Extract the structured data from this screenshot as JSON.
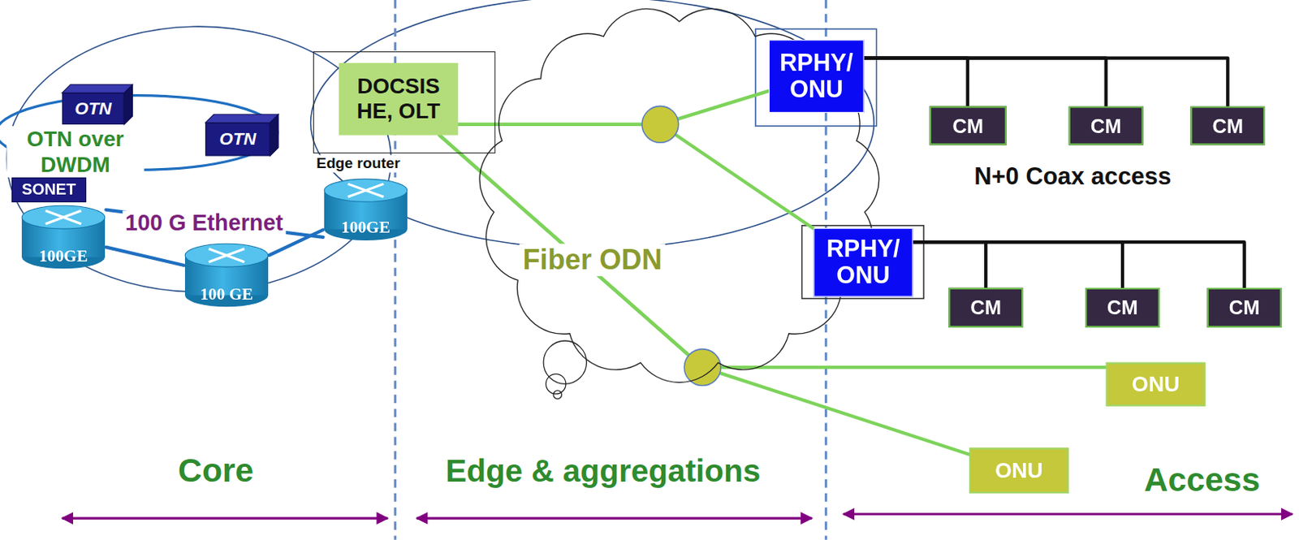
{
  "diagram": {
    "nodes": [
      {
        "text": [
          "OTN"
        ]
      },
      {
        "text": [
          "OTN"
        ]
      },
      {
        "text": [
          "SONET"
        ]
      },
      {
        "text": [
          "100GE"
        ]
      },
      {
        "text": [
          "100 GE"
        ]
      },
      {
        "text": [
          "Edge router"
        ]
      },
      {
        "text": [
          "DOCSIS HE, OLT"
        ],
        "in": 5
      },
      {
        "text": [
          "100GE"
        ]
      },
      {
        "text": [
          "Fiber ODN"
        ]
      },
      {
        "text": [
          "RPHY/ ONU"
        ]
      },
      {
        "text": [
          "CM"
        ]
      },
      {
        "text": [
          "CM"
        ]
      },
      {
        "text": [
          "CM"
        ]
      },
      {
        "text": [
          "RPHY/ ONU"
        ]
      },
      {
        "text": [
          "CM"
        ]
      },
      {
        "text": [
          "CM"
        ]
      },
      {
        "text": [
          "CM"
        ]
      },
      {
        "text": [
          "ONU"
        ]
      },
      {
        "text": [
          "ONU"
        ]
      }
    ],
    "edges": [
      {
        "from": 3,
        "to": 7,
        "arrow": "none"
      },
      {
        "from": 3,
        "to": 4,
        "arrow": "none"
      },
      {
        "from": 4,
        "to": 7,
        "arrow": "none"
      },
      {
        "from": 6,
        "to": 9,
        "arrow": "none"
      },
      {
        "from": 6,
        "to": 13,
        "arrow": "none"
      },
      {
        "from": 6,
        "to": 17,
        "arrow": "none"
      },
      {
        "from": 6,
        "to": 18,
        "arrow": "none"
      },
      {
        "from": 9,
        "to": 10,
        "arrow": "none"
      },
      {
        "from": 9,
        "to": 11,
        "arrow": "none"
      },
      {
        "from": 9,
        "to": 12,
        "arrow": "none"
      },
      {
        "from": 13,
        "to": 14,
        "arrow": "none"
      },
      {
        "from": 13,
        "to": 15,
        "arrow": "none"
      },
      {
        "from": 13,
        "to": 16,
        "arrow": "none"
      }
    ],
    "labels": [
      "OTN over DWDM",
      "100 G Ethernet",
      "N+0 Coax access",
      "Core",
      "Edge & aggregations",
      "Access"
    ]
  }
}
